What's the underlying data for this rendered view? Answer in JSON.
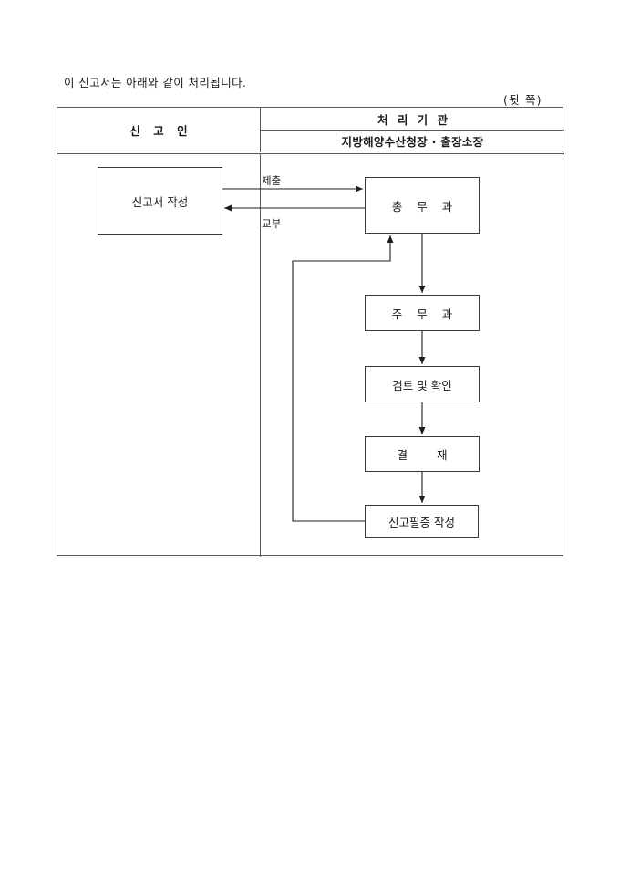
{
  "document": {
    "intro_text": "이 신고서는 아래와 같이 처리됩니다.",
    "backside_marker": "(뒷  쪽)"
  },
  "table": {
    "headers": {
      "left": "신  고  인",
      "right_top": "처 리 기 관",
      "right_bottom": "지방해양수산청장 · 출장소장"
    }
  },
  "flow": {
    "nodes": [
      {
        "id": "report",
        "label": "신고서 작성",
        "column": "applicant"
      },
      {
        "id": "general",
        "label": "총  무  과",
        "column": "agency"
      },
      {
        "id": "dept",
        "label": "주  무  과",
        "column": "agency"
      },
      {
        "id": "review",
        "label": "검토 및 확인",
        "column": "agency"
      },
      {
        "id": "approval",
        "label": "결      재",
        "column": "agency"
      },
      {
        "id": "cert",
        "label": "신고필증 작성",
        "column": "agency"
      }
    ],
    "edges": [
      {
        "id": "submit",
        "from": "report",
        "to": "general",
        "label": "제출"
      },
      {
        "id": "issue",
        "from": "general",
        "to": "report",
        "label": "교부"
      },
      {
        "id": "e1",
        "from": "general",
        "to": "dept",
        "label": ""
      },
      {
        "id": "e2",
        "from": "dept",
        "to": "review",
        "label": ""
      },
      {
        "id": "e3",
        "from": "review",
        "to": "approval",
        "label": ""
      },
      {
        "id": "e4",
        "from": "approval",
        "to": "cert",
        "label": ""
      },
      {
        "id": "e5",
        "from": "cert",
        "to": "general",
        "label": ""
      }
    ]
  },
  "colors": {
    "line": "#5a5a5a",
    "box_border": "#3a3a3a",
    "text": "#1c1c1c",
    "background": "#ffffff"
  }
}
